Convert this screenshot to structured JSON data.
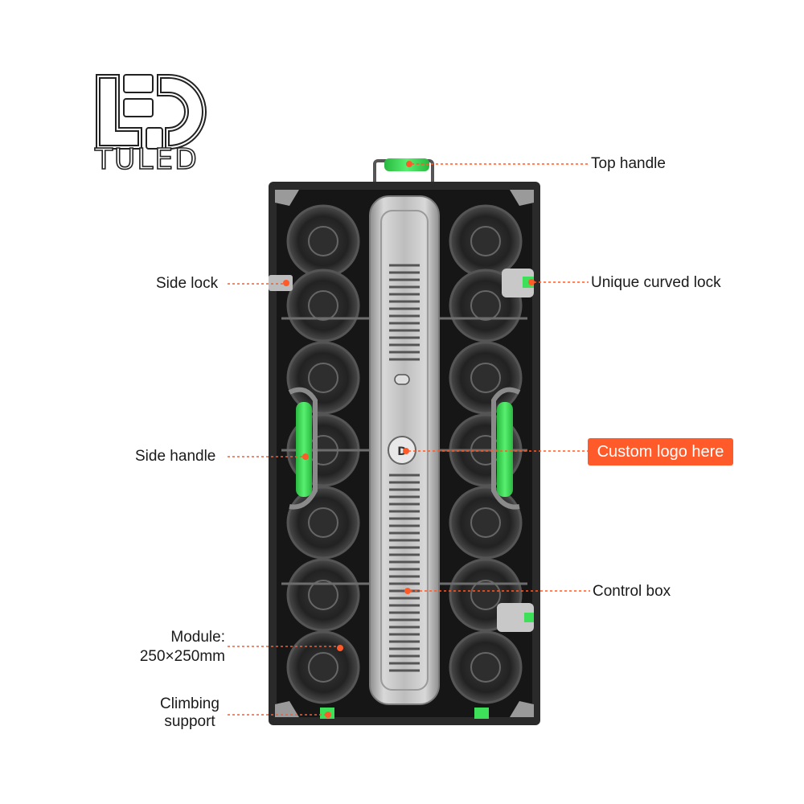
{
  "brand": {
    "name": "TULED"
  },
  "callouts": {
    "top_handle": "Top handle",
    "side_lock": "Side lock",
    "unique_curved_lock": "Unique curved lock",
    "side_handle": "Side handle",
    "custom_logo": "Custom logo here",
    "control_box": "Control box",
    "module_line1": "Module:",
    "module_line2": "250×250mm",
    "climbing_line1": "Climbing",
    "climbing_line2": "support"
  },
  "colors": {
    "accent_orange": "#ff5a2a",
    "handle_green": "#3ee05a",
    "cabinet_black": "#1c1c1c",
    "control_box_silver": "#b8b8b8"
  }
}
